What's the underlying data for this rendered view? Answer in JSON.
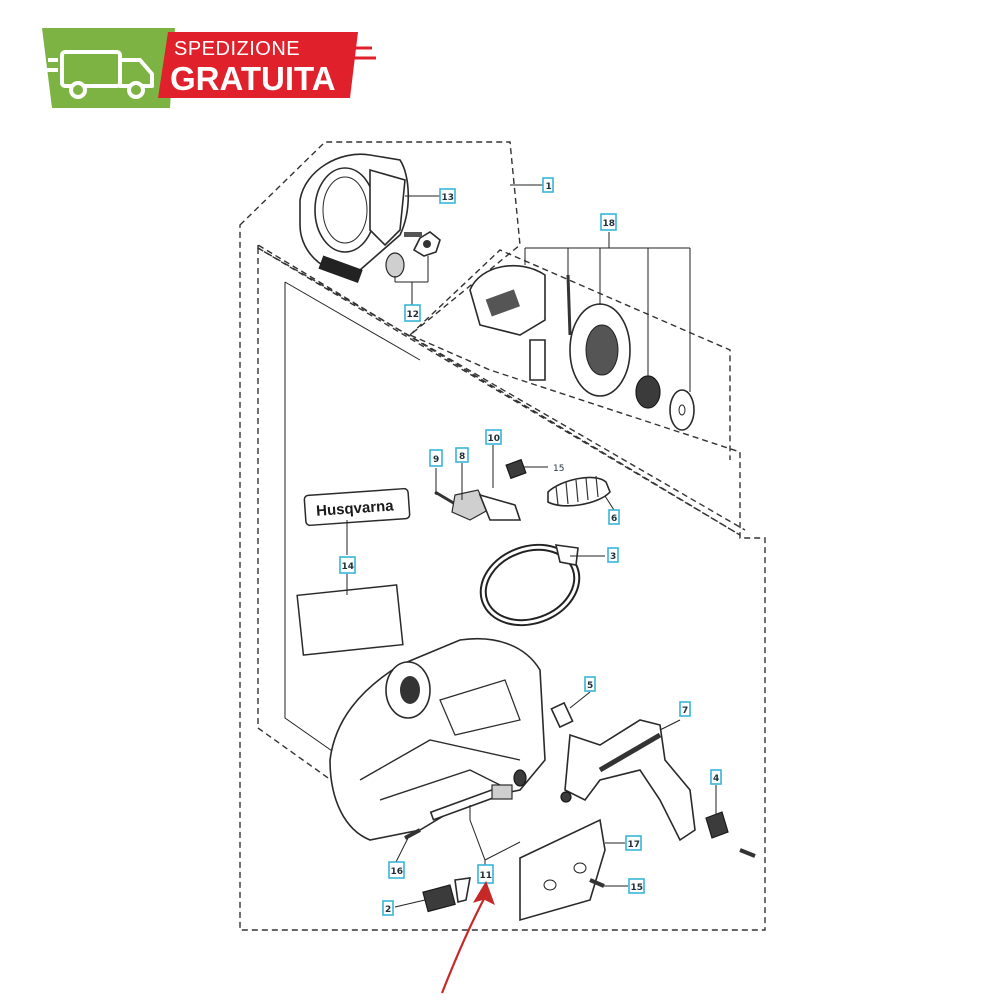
{
  "badge": {
    "line1": "SPEDIZIONE",
    "line2": "GRATUITA",
    "icon": "delivery-truck-icon",
    "colors": {
      "green": "#7cb342",
      "red": "#e0212b",
      "white": "#ffffff"
    }
  },
  "brand": {
    "logo_text": "Husqvarna"
  },
  "callouts": [
    "1",
    "2",
    "3",
    "4",
    "5",
    "6",
    "7",
    "8",
    "9",
    "10",
    "11",
    "12",
    "13",
    "14",
    "15",
    "15",
    "16",
    "17",
    "18"
  ],
  "plain_labels": [
    "15"
  ],
  "highlight": {
    "target": "11",
    "color": "#c62828"
  }
}
